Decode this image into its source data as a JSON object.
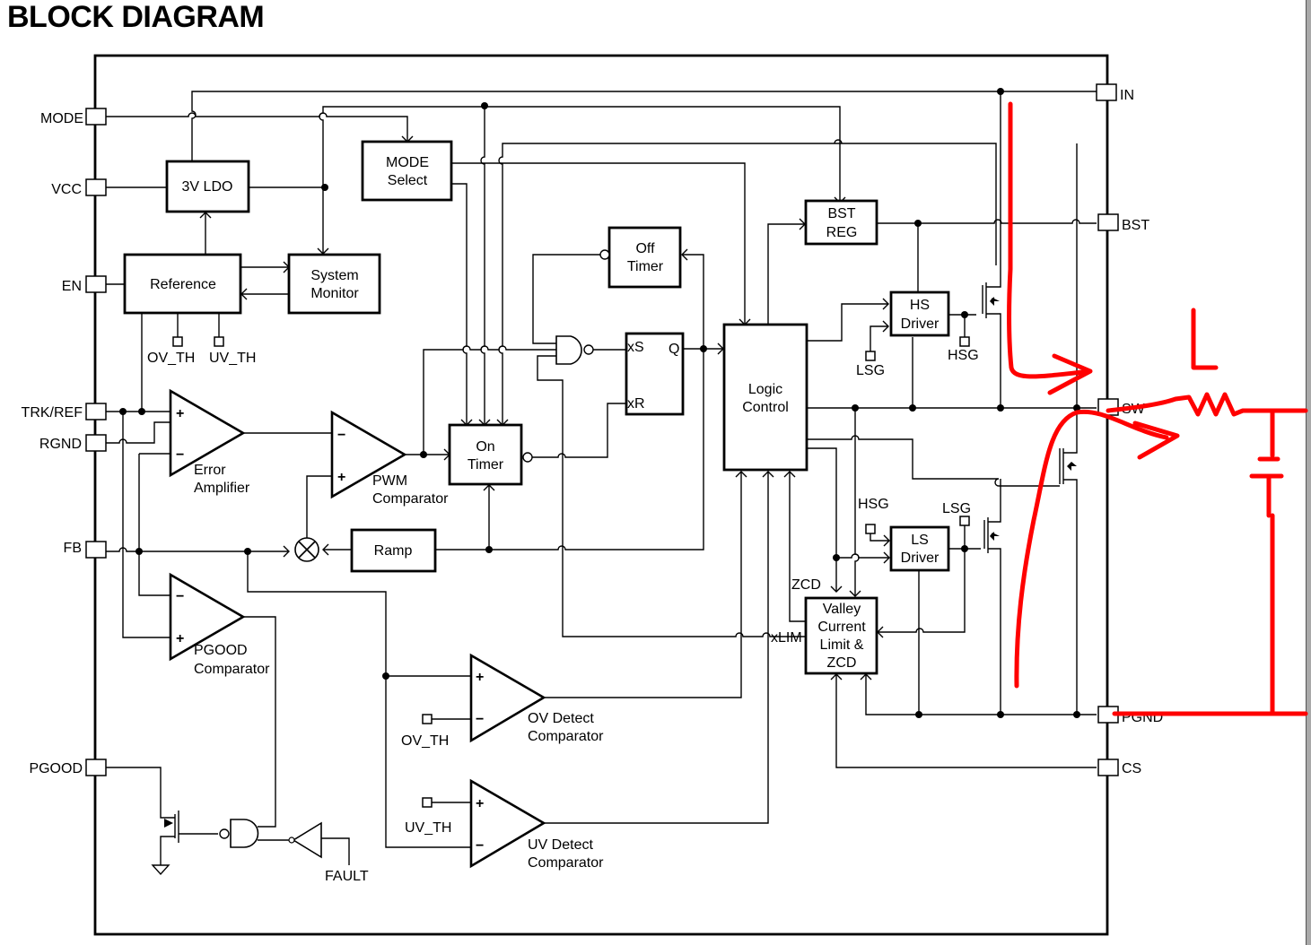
{
  "title": "BLOCK DIAGRAM",
  "pins_left": [
    "MODE",
    "VCC",
    "EN",
    "TRK/REF",
    "RGND",
    "FB",
    "PGOOD"
  ],
  "pins_right": [
    "IN",
    "BST",
    "SW",
    "PGND",
    "CS"
  ],
  "blocks": {
    "ldo": [
      "3V LDO"
    ],
    "mode_select": [
      "MODE",
      "Select"
    ],
    "reference": [
      "Reference"
    ],
    "system_monitor": [
      "System",
      "Monitor"
    ],
    "off_timer": [
      "Off",
      "Timer"
    ],
    "on_timer": [
      "On",
      "Timer"
    ],
    "ramp": [
      "Ramp"
    ],
    "logic_control": [
      "Logic",
      "Control"
    ],
    "bst_reg": [
      "BST",
      "REG"
    ],
    "hs_driver": [
      "HS",
      "Driver"
    ],
    "ls_driver": [
      "LS",
      "Driver"
    ],
    "valley": [
      "Valley",
      "Current",
      "Limit &",
      "ZCD"
    ]
  },
  "amplifiers": {
    "error_amp": [
      "Error",
      "Amplifier"
    ],
    "pwm_comp": [
      "PWM",
      "Comparator"
    ],
    "pgood_comp": [
      "PGOOD",
      "Comparator"
    ],
    "ov_comp": [
      "OV Detect",
      "Comparator"
    ],
    "uv_comp": [
      "UV Detect",
      "Comparator"
    ]
  },
  "signals": {
    "ov_th": "OV_TH",
    "uv_th": "UV_TH",
    "ov_th_ref": "OV_TH",
    "uv_th_ref": "UV_TH",
    "lsg_hs": "LSG",
    "hsg": "HSG",
    "hsg_ls": "HSG",
    "lsg": "LSG",
    "zcd": "ZCD",
    "xlim": "xLIM",
    "fault": "FAULT",
    "latch_s": "xS",
    "latch_r": "xR",
    "latch_q": "Q",
    "plus": "+",
    "minus": "−"
  },
  "annotation": {
    "inductor_label": "L",
    "color": "#ff0000"
  }
}
